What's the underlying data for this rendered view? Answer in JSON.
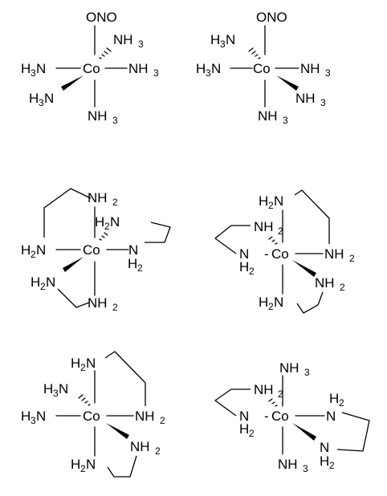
{
  "labels": {
    "onO": "ONO",
    "co": "Co",
    "nh3": "NH3",
    "h3n": "H3N",
    "nh2": "NH2",
    "h2n": "H2N",
    "h2": "H2",
    "n": "N",
    "minus": "-"
  },
  "colors": {
    "ink": "#000000",
    "background": "#ffffff"
  },
  "molecules": [
    {
      "name": "nitrito-pentaammine-cobalt-left"
    },
    {
      "name": "nitrito-pentaammine-cobalt-right"
    },
    {
      "name": "tris-ethylenediamine-cobalt-left"
    },
    {
      "name": "tris-ethylenediamine-cobalt-right"
    },
    {
      "name": "bis-ethylenediamine-diammine-cobalt-left"
    },
    {
      "name": "bis-ethylenediamine-diammine-cobalt-right"
    }
  ]
}
